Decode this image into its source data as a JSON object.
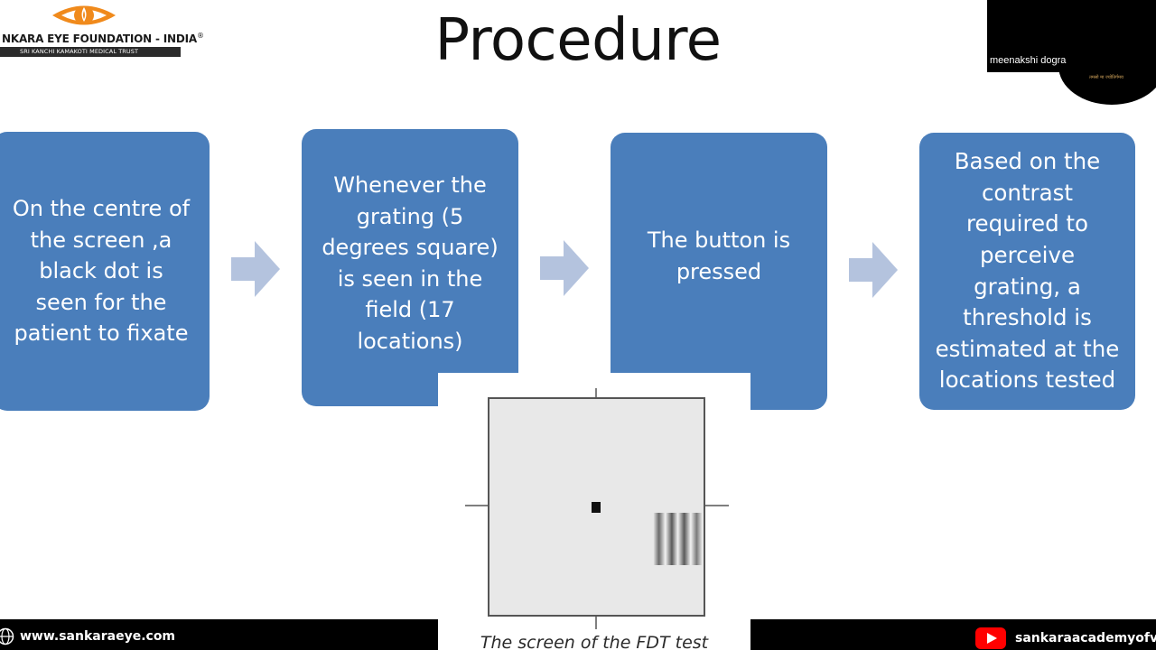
{
  "logo": {
    "org_name": "NKARA EYE FOUNDATION",
    "country": " - INDIA",
    "registered": "®",
    "trust": "SRI KANCHI KAMAKOTI MEDICAL TRUST",
    "emblem_icon": "eye-flame-emblem-icon"
  },
  "title": "Procedure",
  "participant": {
    "name": "meenakshi dogra",
    "tag": "तमसो मा ज्योतिर्गमय"
  },
  "steps": [
    {
      "lines": [
        "On the centre of",
        "the screen ,a",
        "black dot is",
        "seen for the",
        "patient to fixate"
      ]
    },
    {
      "lines": [
        "Whenever the",
        "grating  (5",
        "degrees square)",
        "is seen in the",
        "field (17",
        "locations)"
      ]
    },
    {
      "lines": [
        "The button is",
        "pressed"
      ]
    },
    {
      "lines": [
        "Based on the",
        "contrast",
        "required to",
        "perceive",
        "grating, a",
        "threshold is",
        "estimated at the",
        "locations tested"
      ]
    }
  ],
  "arrows": {
    "icon": "right-arrow-icon",
    "color": "#b4c3de"
  },
  "figure": {
    "caption": "The screen of the FDT test"
  },
  "footer": {
    "website": "www.sankaraeye.com",
    "website_icon": "globe-icon",
    "youtube": "sankaraacademyofvisio",
    "youtube_icon": "youtube-icon"
  },
  "colors": {
    "step_box": "#4a7ebb",
    "logo_orange": "#f08a1c",
    "footer_bg": "#000000"
  }
}
